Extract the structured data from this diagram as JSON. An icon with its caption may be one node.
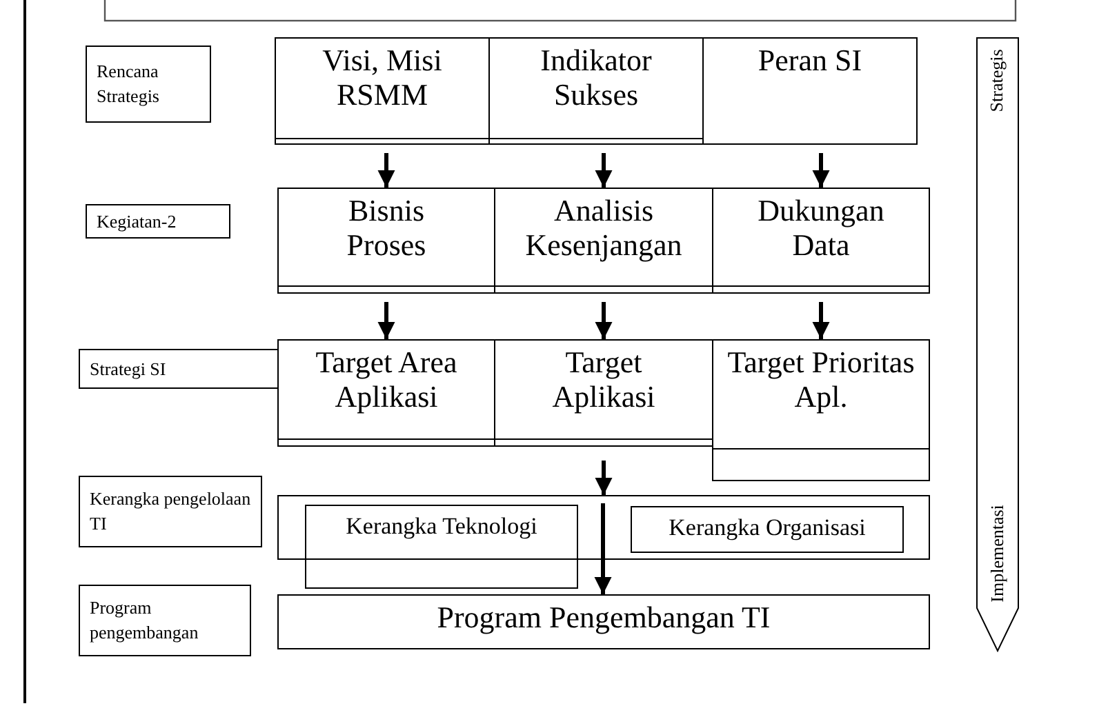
{
  "diagram": {
    "nodes": [
      {
        "text": [
          "Rencana Strategis"
        ]
      },
      {
        "text": [
          "Visi, Misi RSMM"
        ]
      },
      {
        "text": [
          "Indikator Sukses"
        ]
      },
      {
        "text": [
          "Peran SI"
        ]
      },
      {
        "text": [
          "Kegiatan-2"
        ]
      },
      {
        "text": [
          "Bisnis Proses"
        ]
      },
      {
        "text": [
          "Analisis Kesenjangan"
        ]
      },
      {
        "text": [
          "Dukungan Data"
        ]
      },
      {
        "text": [
          "Strategi SI"
        ]
      },
      {
        "text": [
          "Target Area Aplikasi"
        ]
      },
      {
        "text": [
          "Target Aplikasi"
        ]
      },
      {
        "text": [
          "Target Prioritas Apl."
        ]
      },
      {
        "text": [
          "Kerangka pengelolaan TI"
        ]
      },
      {
        "text": [],
        "shape": "box"
      },
      {
        "text": [
          "Kerangka Teknologi"
        ]
      },
      {
        "text": [
          "Kerangka Organisasi"
        ],
        "in": 13
      },
      {
        "text": [
          "Program pengembangan"
        ]
      },
      {
        "text": [
          "Program Pengembangan TI"
        ]
      },
      {
        "text": [
          "Strategis",
          "Implementasi"
        ]
      }
    ],
    "edges": [
      {
        "from": 1,
        "to": 5,
        "arrow": "to"
      },
      {
        "from": 2,
        "to": 6,
        "arrow": "to"
      },
      {
        "from": 3,
        "to": 7,
        "arrow": "to"
      },
      {
        "from": 5,
        "to": 9,
        "arrow": "to"
      },
      {
        "from": 6,
        "to": 10,
        "arrow": "to"
      },
      {
        "from": 7,
        "to": 11,
        "arrow": "to"
      },
      {
        "from": 10,
        "to": 13,
        "arrow": "to"
      },
      {
        "from": 13,
        "to": 17,
        "arrow": "to"
      }
    ]
  }
}
